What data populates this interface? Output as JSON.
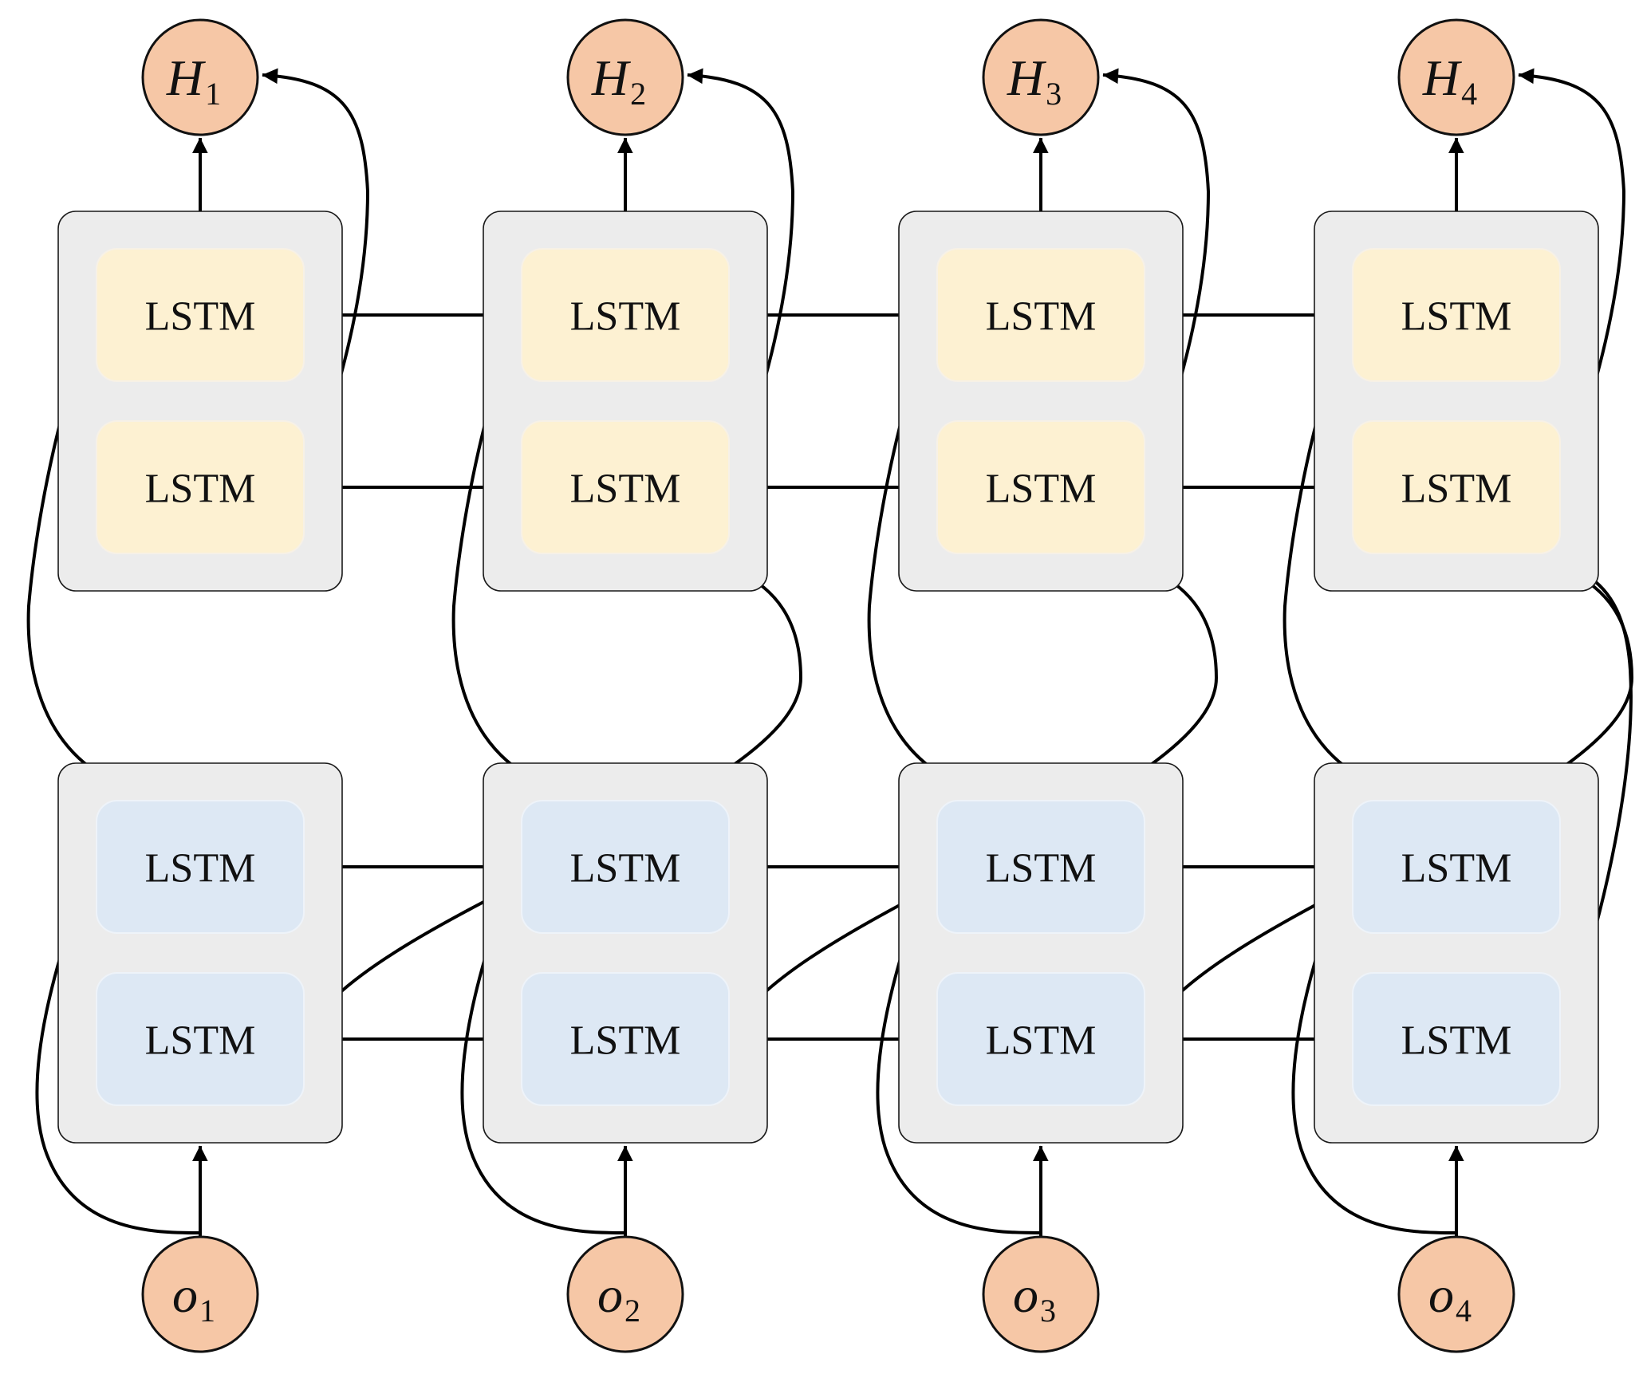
{
  "outputs": [
    {
      "main": "H",
      "sub": "1"
    },
    {
      "main": "H",
      "sub": "2"
    },
    {
      "main": "H",
      "sub": "3"
    },
    {
      "main": "H",
      "sub": "4"
    }
  ],
  "inputs": [
    {
      "main": "o",
      "sub": "1"
    },
    {
      "main": "o",
      "sub": "2"
    },
    {
      "main": "o",
      "sub": "3"
    },
    {
      "main": "o",
      "sub": "4"
    }
  ],
  "cell_label": "LSTM",
  "colors": {
    "node_fill": "#f6c7a6",
    "upper_cell_fill": "#fdf1d2",
    "lower_cell_fill": "#dde8f4",
    "group_fill": "#ececec"
  }
}
